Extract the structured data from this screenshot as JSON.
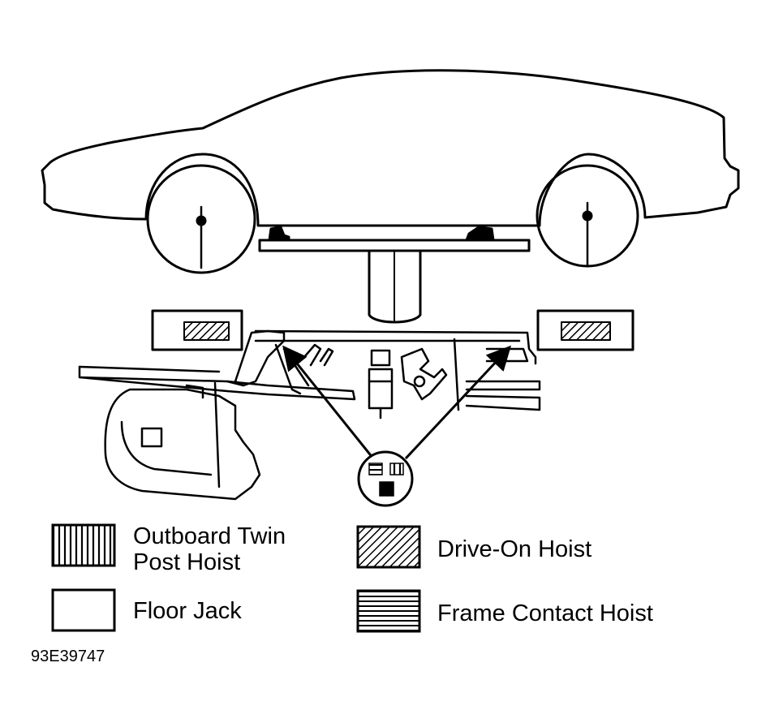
{
  "legend": {
    "outboard_twin_post_line1": "Outboard Twin",
    "outboard_twin_post_line2": "Post Hoist",
    "floor_jack": "Floor Jack",
    "drive_on": "Drive-On Hoist",
    "frame_contact": "Frame Contact Hoist"
  },
  "figure_id": "93E39747"
}
